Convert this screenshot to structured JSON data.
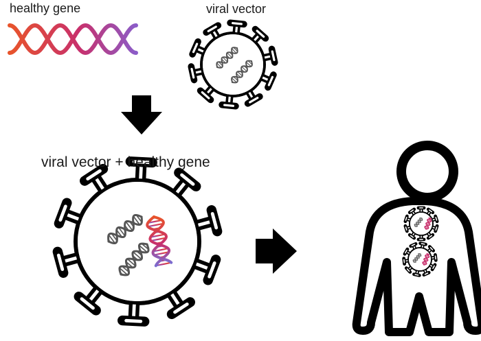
{
  "labels": {
    "healthy_gene": "healthy gene",
    "viral_vector": "viral vector",
    "combined": "viral vector + healthy gene"
  },
  "colors": {
    "outline": "#000000",
    "dna_dark": "#4a4a4a",
    "dna_gradient": [
      "#e8542b",
      "#c8306c",
      "#8b5cc8"
    ]
  },
  "icons": [
    "healthy-gene-dna-icon",
    "viral-vector-icon",
    "down-arrow-icon",
    "combined-vector-icon",
    "right-arrow-icon",
    "human-body-icon"
  ]
}
